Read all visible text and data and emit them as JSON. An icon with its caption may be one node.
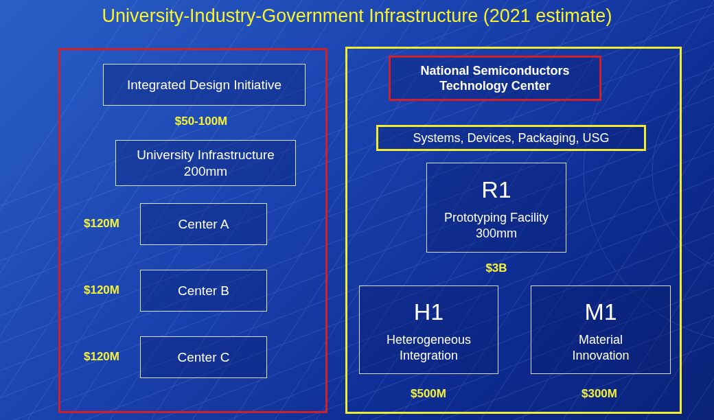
{
  "diagram": {
    "title": "University-Industry-Government Infrastructure (2021 estimate)",
    "nodes": [
      {
        "text": [],
        "shape": "box"
      },
      {
        "text": [
          "Integrated Design Initiative"
        ],
        "in": 0,
        "beside": [
          "$50-100M"
        ]
      },
      {
        "text": [
          "University Infrastructure 200mm"
        ],
        "in": 0
      },
      {
        "text": [
          "Center A"
        ],
        "in": 0,
        "beside": [
          "$120M"
        ]
      },
      {
        "text": [
          "Center B"
        ],
        "in": 0,
        "beside": [
          "$120M"
        ]
      },
      {
        "text": [
          "Center C"
        ],
        "in": 0,
        "beside": [
          "$120M"
        ]
      },
      {
        "text": [],
        "shape": "box"
      },
      {
        "text": [
          "National Semiconductors Technology Center"
        ],
        "in": 6
      },
      {
        "text": [
          "Systems, Devices, Packaging, USG"
        ],
        "in": 6
      },
      {
        "text": [
          "R1",
          "Prototyping Facility 300mm"
        ],
        "in": 6,
        "beside": [
          "$3B"
        ]
      },
      {
        "text": [
          "H1",
          "Heterogeneous Integration"
        ],
        "in": 6,
        "beside": [
          "$500M"
        ]
      },
      {
        "text": [
          "M1",
          "Material Innovation"
        ],
        "in": 6,
        "beside": [
          "$300M"
        ]
      }
    ],
    "edges": []
  }
}
